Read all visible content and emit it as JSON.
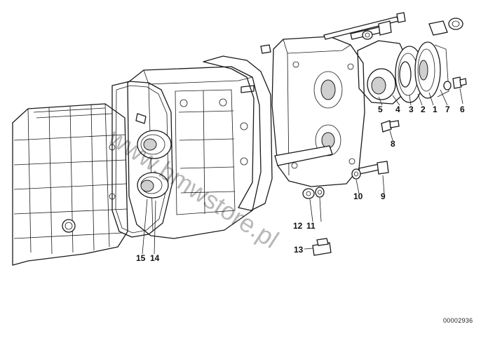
{
  "diagram": {
    "callouts": [
      {
        "id": "c1",
        "text": "1"
      },
      {
        "id": "c2",
        "text": "2"
      },
      {
        "id": "c3",
        "text": "3"
      },
      {
        "id": "c4",
        "text": "4"
      },
      {
        "id": "c5",
        "text": "5"
      },
      {
        "id": "c6",
        "text": "6"
      },
      {
        "id": "c7",
        "text": "7"
      },
      {
        "id": "c8",
        "text": "8"
      },
      {
        "id": "c9",
        "text": "9"
      },
      {
        "id": "c10",
        "text": "10"
      },
      {
        "id": "c11",
        "text": "11"
      },
      {
        "id": "c12",
        "text": "12"
      },
      {
        "id": "c13",
        "text": "13"
      },
      {
        "id": "c14",
        "text": "14"
      },
      {
        "id": "c15",
        "text": "15"
      }
    ],
    "image_code": "00002936",
    "watermark": "www.bmwstore.pl"
  }
}
